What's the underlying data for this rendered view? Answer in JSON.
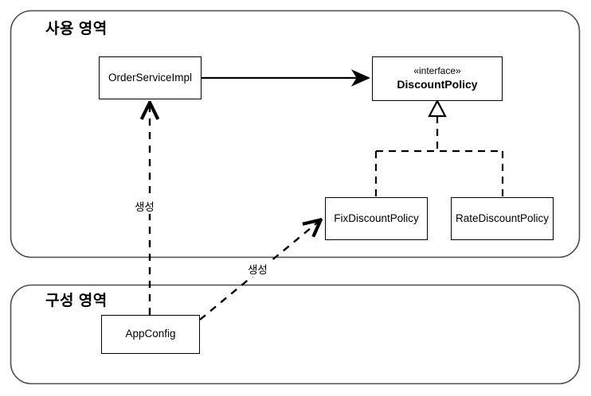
{
  "diagram": {
    "type": "uml-class-diagram",
    "regions": [
      {
        "id": "usage",
        "title": "사용 영역"
      },
      {
        "id": "config",
        "title": "구성 영역"
      }
    ],
    "classes": [
      {
        "id": "order-service-impl",
        "name": "OrderServiceImpl",
        "stereotype": "",
        "bold": false
      },
      {
        "id": "discount-policy",
        "name": "DiscountPolicy",
        "stereotype": "«interface»",
        "bold": true
      },
      {
        "id": "fix-discount-policy",
        "name": "FixDiscountPolicy",
        "stereotype": "",
        "bold": false
      },
      {
        "id": "rate-discount-policy",
        "name": "RateDiscountPolicy",
        "stereotype": "",
        "bold": false
      },
      {
        "id": "app-config",
        "name": "AppConfig",
        "stereotype": "",
        "bold": false
      }
    ],
    "edges": [
      {
        "id": "uses",
        "from": "order-service-impl",
        "to": "discount-policy",
        "style": "solid",
        "arrow": "filled-open",
        "label": ""
      },
      {
        "id": "realize-fix",
        "from": "fix-discount-policy",
        "to": "discount-policy",
        "style": "dashed",
        "arrow": "hollow-triangle",
        "label": ""
      },
      {
        "id": "realize-rate",
        "from": "rate-discount-policy",
        "to": "discount-policy",
        "style": "dashed",
        "arrow": "hollow-triangle",
        "label": ""
      },
      {
        "id": "create-order",
        "from": "app-config",
        "to": "order-service-impl",
        "style": "dashed",
        "arrow": "open",
        "label": "생성"
      },
      {
        "id": "create-fix",
        "from": "app-config",
        "to": "fix-discount-policy",
        "style": "dashed",
        "arrow": "open",
        "label": "생성"
      }
    ],
    "colors": {
      "stroke": "#000000",
      "region_stroke": "#4d4d4d",
      "background": "#ffffff"
    }
  }
}
